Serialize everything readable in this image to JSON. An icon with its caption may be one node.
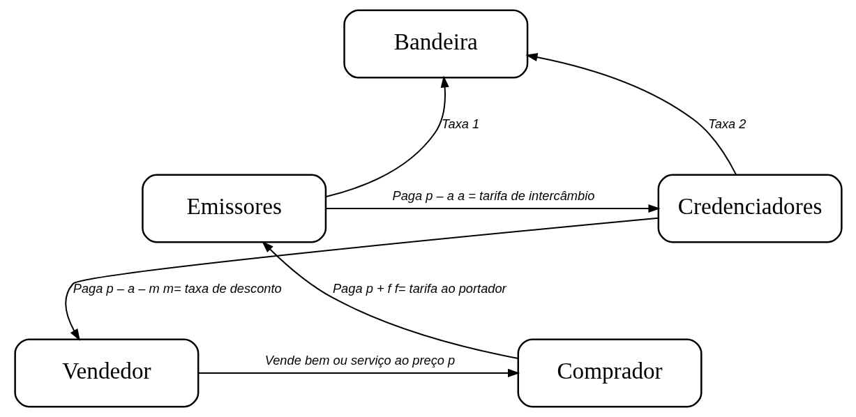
{
  "diagram": {
    "nodes": [
      {
        "text": [
          "Bandeira"
        ]
      },
      {
        "text": [
          "Emissores"
        ]
      },
      {
        "text": [
          "Credenciadores"
        ]
      },
      {
        "text": [
          "Comprador"
        ]
      },
      {
        "text": [
          "Vendedor"
        ]
      }
    ],
    "edges": [
      {
        "from": 1,
        "to": 0,
        "arrow": "to",
        "label": "Taxa 1"
      },
      {
        "from": 2,
        "to": 0,
        "arrow": "to",
        "label": "Taxa 2"
      },
      {
        "from": 1,
        "to": 2,
        "arrow": "to",
        "label": "Paga p – a a = tarifa de intercâmbio"
      },
      {
        "from": 2,
        "to": 4,
        "arrow": "to",
        "label": "Paga p – a – m m= taxa de desconto"
      },
      {
        "from": 4,
        "to": 3,
        "arrow": "to",
        "label": "Vende bem ou serviço ao preço p"
      },
      {
        "from": 3,
        "to": 1,
        "arrow": "to",
        "label": "Paga p + f f= tarifa ao portador"
      }
    ]
  }
}
